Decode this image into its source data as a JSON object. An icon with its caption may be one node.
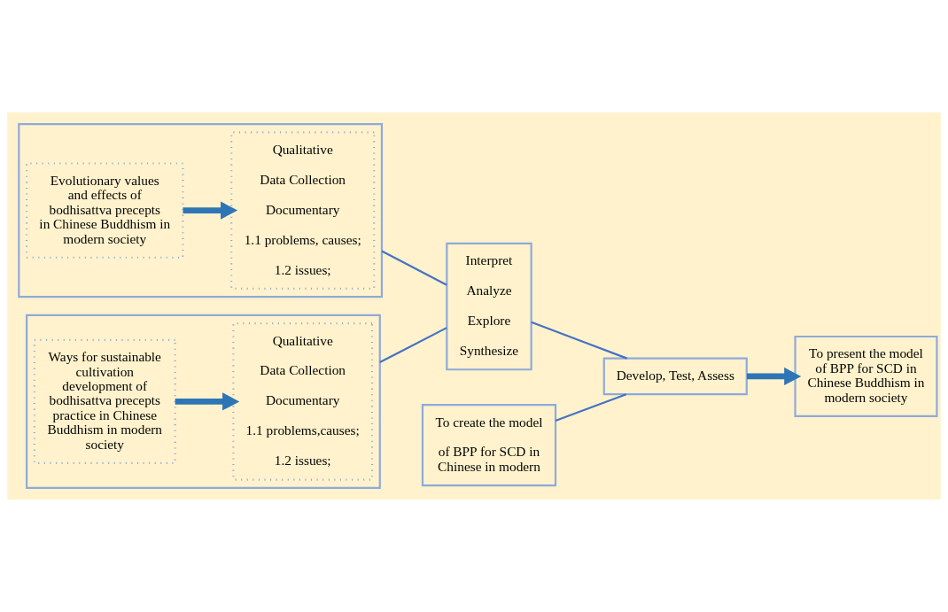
{
  "diagram": {
    "nodes": [
      {
        "text": [],
        "shape": "box"
      },
      {
        "text": [
          "Evolutionary values and effects of bodhisattva precepts in Chinese Buddhism in modern society"
        ],
        "in": 0
      },
      {
        "text": [
          "Qualitative",
          "Data Collection",
          "Documentary",
          "1.1 problems, causes;",
          "1.2 issues;"
        ],
        "in": 0
      },
      {
        "text": [],
        "shape": "box"
      },
      {
        "text": [
          "Ways for sustainable cultivation development of bodhisattva precepts practice in Chinese Buddhism in modern society"
        ],
        "in": 3
      },
      {
        "text": [
          "Qualitative",
          "Data Collection",
          "Documentary",
          "1.1 problems,causes;",
          "1.2 issues;"
        ],
        "in": 3
      },
      {
        "text": [
          "To create the model",
          "of BPP for SCD in Chinese in modern"
        ]
      },
      {
        "text": [
          "To present the model of BPP for SCD in Chinese Buddhism in modern society"
        ]
      },
      {
        "text": [
          "Interpret",
          "Analyze",
          "Explore",
          "Synthesize"
        ]
      },
      {
        "text": [
          "Develop, Test, Assess"
        ]
      }
    ],
    "edges": [
      {
        "from": 1,
        "to": 2,
        "arrow": "to",
        "style": "thick",
        "color": "#2e75b6"
      },
      {
        "from": 4,
        "to": 5,
        "arrow": "to",
        "style": "thick",
        "color": "#2e75b6"
      },
      {
        "from": 0,
        "to": 8,
        "arrow": "none"
      },
      {
        "from": 3,
        "to": 8,
        "arrow": "none"
      },
      {
        "from": 6,
        "to": 9,
        "arrow": "none"
      },
      {
        "from": 8,
        "to": 9,
        "arrow": "none"
      },
      {
        "from": 9,
        "to": 7,
        "arrow": "to",
        "style": "thick",
        "color": "#2e75b6"
      }
    ]
  }
}
